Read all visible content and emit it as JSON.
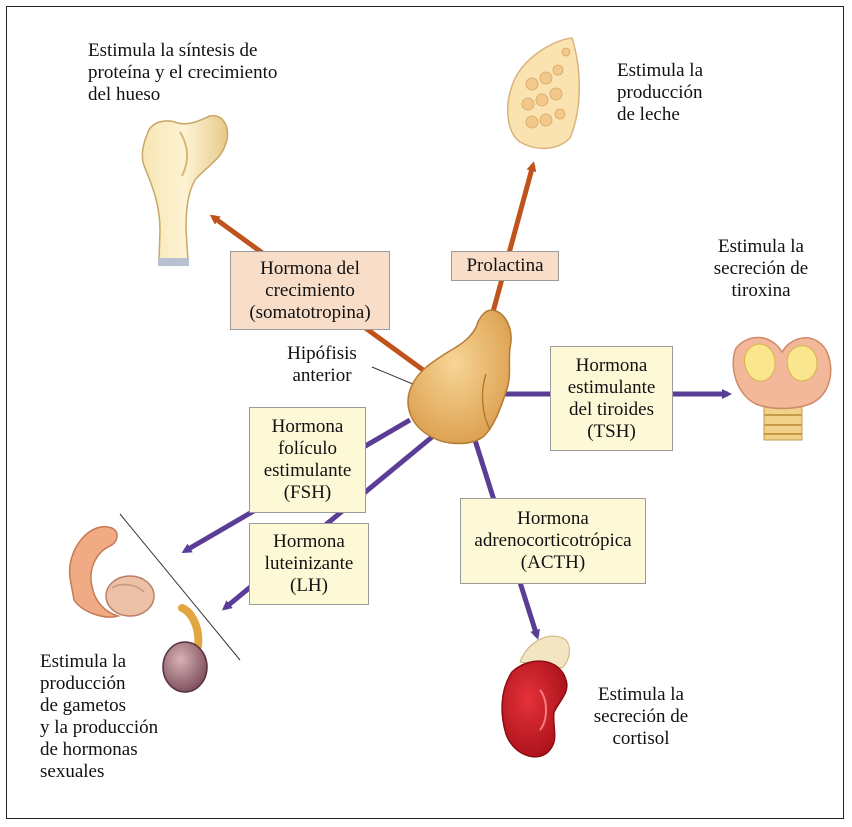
{
  "central_organ": {
    "label_line1": "Hipófisis",
    "label_line2": "anterior"
  },
  "hormones": {
    "growth": [
      "Hormona del",
      "crecimiento",
      "(somatotropina)"
    ],
    "prolactin": [
      "Prolactina"
    ],
    "tsh": [
      "Hormona",
      "estimulante",
      "del tiroides",
      "(TSH)"
    ],
    "fsh": [
      "Hormona",
      "folículo",
      "estimulante",
      "(FSH)"
    ],
    "lh": [
      "Hormona",
      "luteinizante",
      "(LH)"
    ],
    "acth": [
      "Hormona",
      "adrenocorticotrópica",
      "(ACTH)"
    ]
  },
  "effects": {
    "bone": [
      "Estimula la síntesis de",
      "proteína y el crecimiento",
      "del hueso"
    ],
    "breast": [
      "Estimula la",
      "producción",
      "de leche"
    ],
    "thyroid": [
      "Estimula la",
      "secreción de",
      "tiroxina"
    ],
    "gonads": [
      "Estimula la",
      "producción",
      "de gametos",
      "y la producción",
      "de hormonas",
      "sexuales"
    ],
    "adrenal": [
      "Estimula la",
      "secreción de",
      "cortisol"
    ]
  },
  "colors": {
    "orange_arrow": "#c0531c",
    "purple_arrow": "#5a3e96",
    "gland": "#e7b366",
    "orange_box": "#f8ddc8",
    "yellow_box": "#fdf8d6"
  }
}
